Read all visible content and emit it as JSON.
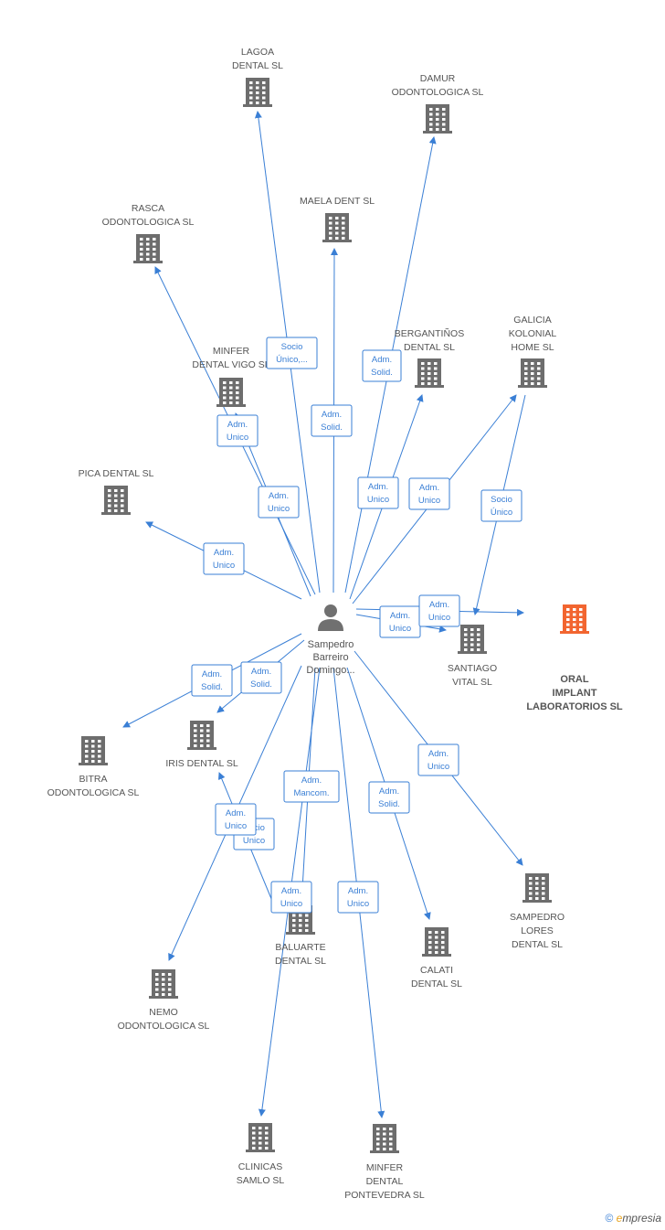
{
  "colors": {
    "edge": "#3a7fd5",
    "building": "#6d6d6d",
    "highlight": "#f26530",
    "person": "#707070"
  },
  "center": {
    "label": [
      "Sampedro",
      "Barreiro",
      "Domingo..."
    ],
    "icon": "person-icon"
  },
  "nodes": [
    {
      "id": "lagoa",
      "label": [
        "LAGOA",
        "DENTAL SL"
      ]
    },
    {
      "id": "damur",
      "label": [
        "DAMUR",
        "ODONTOLOGICA SL"
      ]
    },
    {
      "id": "maela",
      "label": [
        "MAELA DENT SL"
      ]
    },
    {
      "id": "rasca",
      "label": [
        "RASCA",
        "ODONTOLOGICA SL"
      ]
    },
    {
      "id": "bergantinos",
      "label": [
        "BERGANTIÑOS",
        "DENTAL SL"
      ]
    },
    {
      "id": "galicia",
      "label": [
        "GALICIA",
        "KOLONIAL",
        "HOME SL"
      ]
    },
    {
      "id": "minfer-vigo",
      "label": [
        "MINFER",
        "DENTAL VIGO SL"
      ]
    },
    {
      "id": "pica",
      "label": [
        "PICA DENTAL SL"
      ]
    },
    {
      "id": "oral",
      "label": [
        "ORAL",
        "IMPLANT",
        "LABORATORIOS SL"
      ],
      "highlight": true
    },
    {
      "id": "santiago",
      "label": [
        "SANTIAGO",
        "VITAL  SL"
      ]
    },
    {
      "id": "bitra",
      "label": [
        "BITRA",
        "ODONTOLOGICA SL"
      ]
    },
    {
      "id": "iris",
      "label": [
        "IRIS DENTAL SL"
      ]
    },
    {
      "id": "sampedro-lores",
      "label": [
        "SAMPEDRO",
        "LORES",
        "DENTAL SL"
      ]
    },
    {
      "id": "baluarte",
      "label": [
        "BALUARTE",
        "DENTAL SL"
      ]
    },
    {
      "id": "calati",
      "label": [
        "CALATI",
        "DENTAL SL"
      ]
    },
    {
      "id": "nemo",
      "label": [
        "NEMO",
        "ODONTOLOGICA SL"
      ]
    },
    {
      "id": "clinicas",
      "label": [
        "CLINICAS",
        "SAMLO  SL"
      ]
    },
    {
      "id": "minfer-pont",
      "label": [
        "MINFER",
        "DENTAL",
        "PONTEVEDRA SL"
      ]
    }
  ],
  "roles": [
    {
      "id": "r-lagoa",
      "label": [
        "Socio",
        "Único,..."
      ]
    },
    {
      "id": "r-damur",
      "label": [
        "Adm.",
        "Solid."
      ]
    },
    {
      "id": "r-maela",
      "label": [
        "Adm.",
        "Solid."
      ]
    },
    {
      "id": "r-rasca",
      "label": [
        "Adm.",
        "Unico"
      ]
    },
    {
      "id": "r-minfer-vigo",
      "label": [
        "Adm.",
        "Unico"
      ]
    },
    {
      "id": "r-bergantinos",
      "label": [
        "Adm.",
        "Unico"
      ]
    },
    {
      "id": "r-galicia",
      "label": [
        "Adm.",
        "Unico"
      ]
    },
    {
      "id": "r-oral-socio",
      "label": [
        "Socio",
        "Único"
      ]
    },
    {
      "id": "r-pica",
      "label": [
        "Adm.",
        "Unico"
      ]
    },
    {
      "id": "r-santiago",
      "label": [
        "Adm.",
        "Unico"
      ]
    },
    {
      "id": "r-oral",
      "label": [
        "Adm.",
        "Unico"
      ]
    },
    {
      "id": "r-bitra",
      "label": [
        "Adm.",
        "Solid."
      ]
    },
    {
      "id": "r-iris",
      "label": [
        "Adm.",
        "Solid."
      ]
    },
    {
      "id": "r-sampedro-lores",
      "label": [
        "Adm.",
        "Unico"
      ]
    },
    {
      "id": "r-mancom",
      "label": [
        "Adm.",
        "Mancom."
      ]
    },
    {
      "id": "r-calati",
      "label": [
        "Adm.",
        "Solid."
      ]
    },
    {
      "id": "r-iris-socio",
      "label": [
        "Socio",
        "Unico"
      ]
    },
    {
      "id": "r-nemo",
      "label": [
        "Adm.",
        "Unico"
      ]
    },
    {
      "id": "r-clinicas",
      "label": [
        "Adm.",
        "Unico"
      ]
    },
    {
      "id": "r-minfer-pont",
      "label": [
        "Adm.",
        "Unico"
      ]
    }
  ],
  "footer": {
    "copyright": "©",
    "brand_initial": "e",
    "brand_rest": "mpresia"
  }
}
